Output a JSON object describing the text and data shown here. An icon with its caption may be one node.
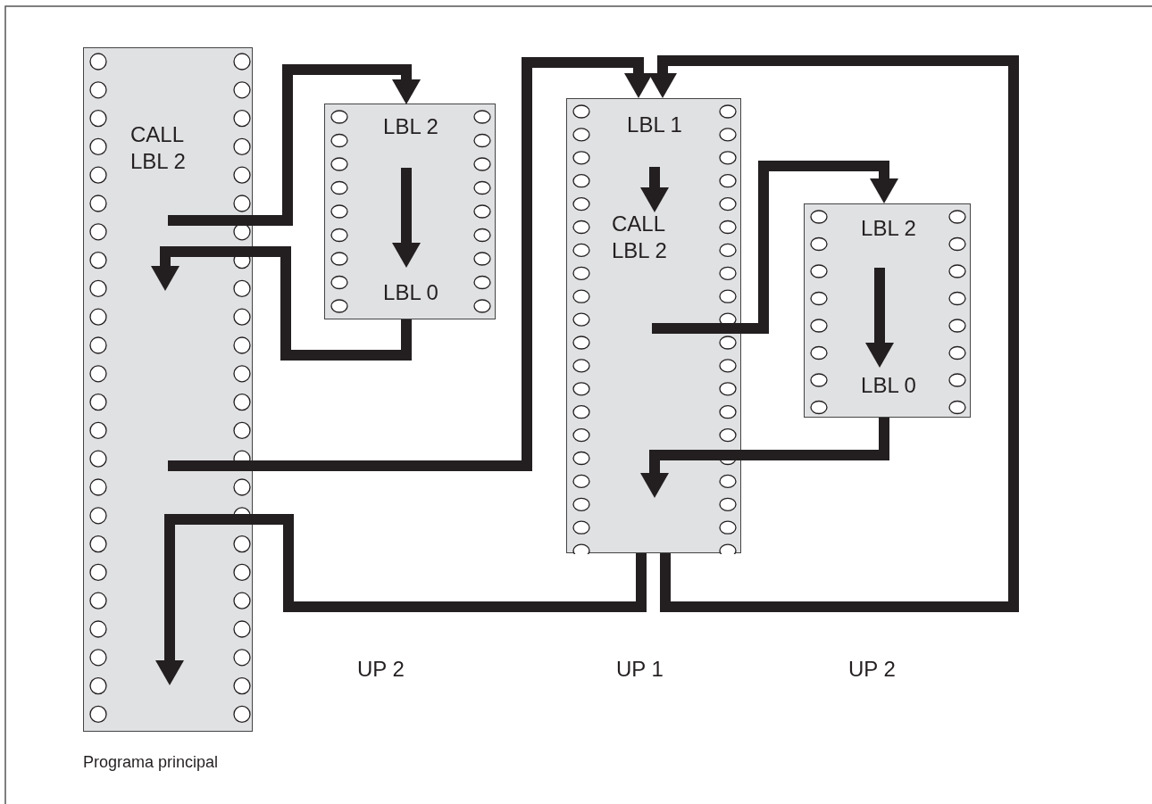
{
  "diagram": {
    "nodes": [
      {
        "text": [
          "CALL LBL 2"
        ],
        "beside": [
          "Programa principal"
        ]
      },
      {
        "text": [
          "LBL 2",
          "LBL 0"
        ]
      },
      {
        "text": [
          "LBL 1",
          "CALL LBL 2"
        ]
      },
      {
        "text": [
          "LBL 2",
          "LBL 0"
        ]
      }
    ],
    "labels": [
      "UP 2",
      "UP 1",
      "UP 2"
    ],
    "edges": [
      {
        "from": 0,
        "to": 1,
        "arrow": "to"
      },
      {
        "from": 1,
        "to": 0,
        "arrow": "to"
      },
      {
        "from": 0,
        "to": 2,
        "arrow": "to"
      },
      {
        "from": 2,
        "to": 0,
        "arrow": "to"
      },
      {
        "from": 2,
        "to": 3,
        "arrow": "to"
      },
      {
        "from": 3,
        "to": 2,
        "arrow": "to"
      },
      {
        "from": 2,
        "to": 2,
        "arrow": "to"
      }
    ]
  }
}
